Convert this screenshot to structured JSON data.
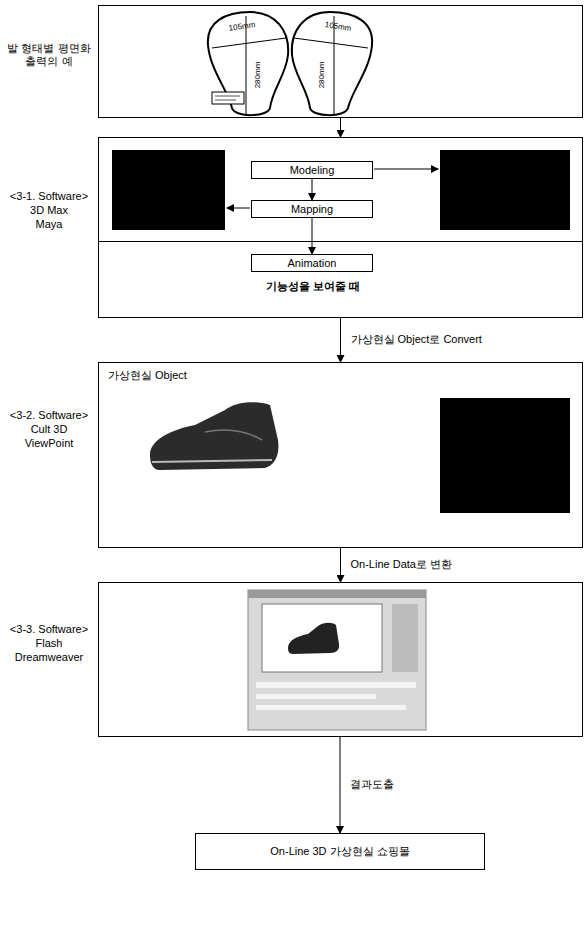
{
  "diagram": {
    "nodes": [
      {
        "text": [
          "발 형태별 평면화 출력의 예"
        ]
      },
      {
        "text": [
          "<3-1. Software>",
          "3D Max",
          "Maya"
        ]
      },
      {
        "text": [
          "Modeling"
        ],
        "in": 1
      },
      {
        "text": [
          "Mapping"
        ],
        "in": 1
      },
      {
        "text": [
          "기능성을 보여줄 때"
        ],
        "in": 1
      },
      {
        "text": [
          "Animation"
        ],
        "in": 4
      },
      {
        "text": [
          "<3-2. Software>",
          "Cult 3D",
          "ViewPoint",
          "가상현실 Object"
        ]
      },
      {
        "text": [
          "<3-3. Software>",
          "Flash",
          "Dreamweaver"
        ]
      },
      {
        "text": [
          "On-Line 3D 가상현실 쇼핑몰"
        ]
      }
    ],
    "edges": [
      {
        "from": 0,
        "to": 1,
        "arrow": "to"
      },
      {
        "from": 2,
        "to": 3,
        "arrow": "to"
      },
      {
        "from": 3,
        "to": 5,
        "arrow": "to"
      },
      {
        "from": 1,
        "to": 6,
        "label": "가상현실 Object로 Convert",
        "arrow": "to"
      },
      {
        "from": 6,
        "to": 7,
        "label": "On-Line Data로 변환",
        "arrow": "to"
      },
      {
        "from": 7,
        "to": 8,
        "label": "결과도출",
        "arrow": "to"
      }
    ],
    "labels": [
      "105mm",
      "280mm",
      "105mm",
      "280mm"
    ]
  }
}
